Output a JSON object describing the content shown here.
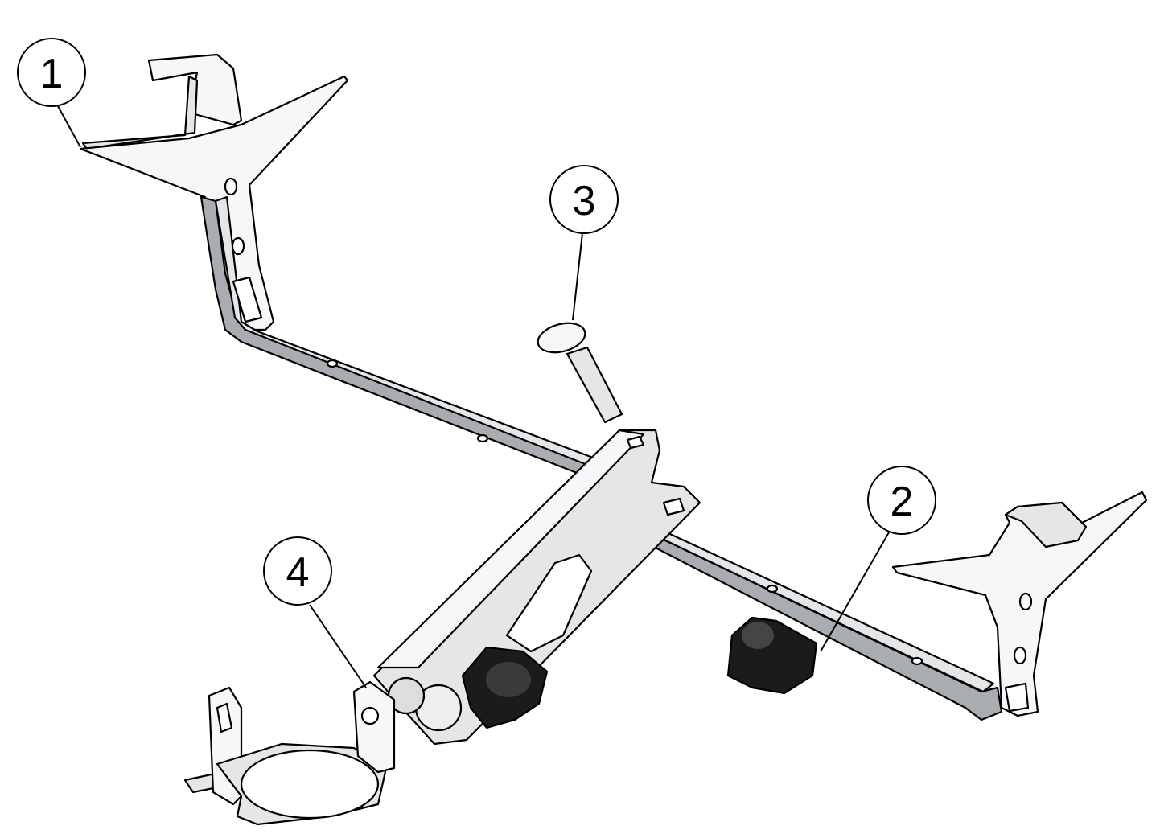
{
  "diagram": {
    "type": "exploded-assembly-view",
    "callouts": [
      {
        "id": "1",
        "label": "1"
      },
      {
        "id": "2",
        "label": "2"
      },
      {
        "id": "3",
        "label": "3"
      },
      {
        "id": "4",
        "label": "4"
      }
    ],
    "colors": {
      "metal": "#e4e6e8",
      "metal_shadow": "#a9adb1",
      "knob": "#1b1b1b",
      "outline": "#000000"
    }
  }
}
